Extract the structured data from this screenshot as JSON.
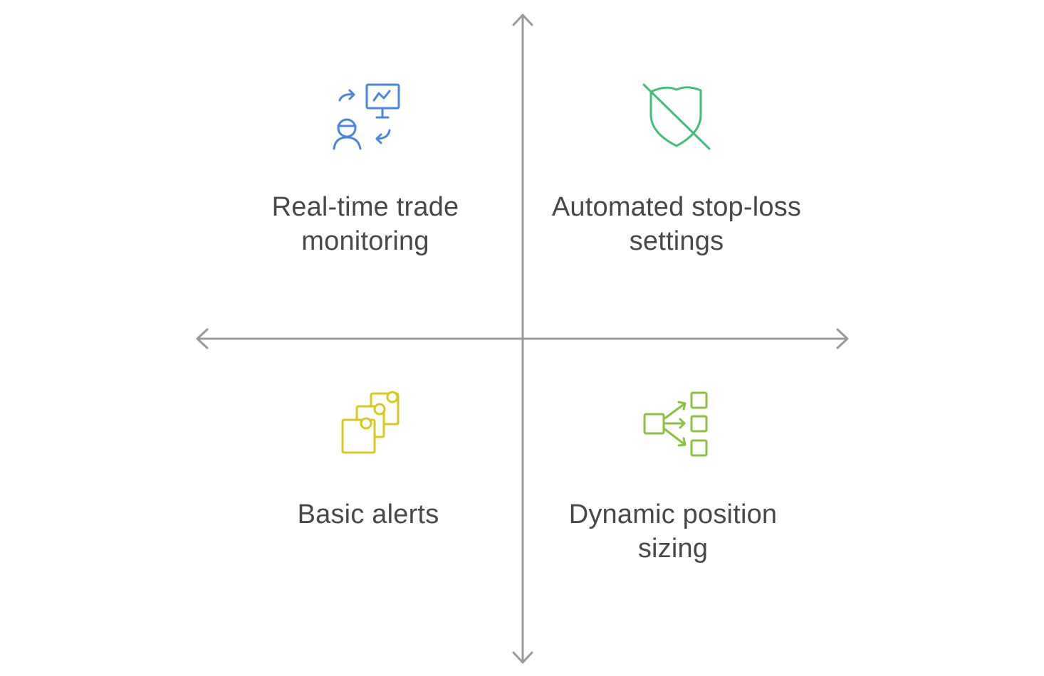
{
  "quadrants": {
    "top_left": {
      "label": "Real-time trade monitoring",
      "icon": "user-monitor-icon",
      "color": "#4A86E0"
    },
    "top_right": {
      "label": "Automated stop-loss settings",
      "icon": "shield-off-icon",
      "color": "#3FBF7A"
    },
    "bottom_left": {
      "label": "Basic alerts",
      "icon": "stacked-notifications-icon",
      "color": "#D8C91E"
    },
    "bottom_right": {
      "label": "Dynamic position sizing",
      "icon": "branching-boxes-icon",
      "color": "#8CC043"
    }
  },
  "axis_color": "#9A9A9A"
}
